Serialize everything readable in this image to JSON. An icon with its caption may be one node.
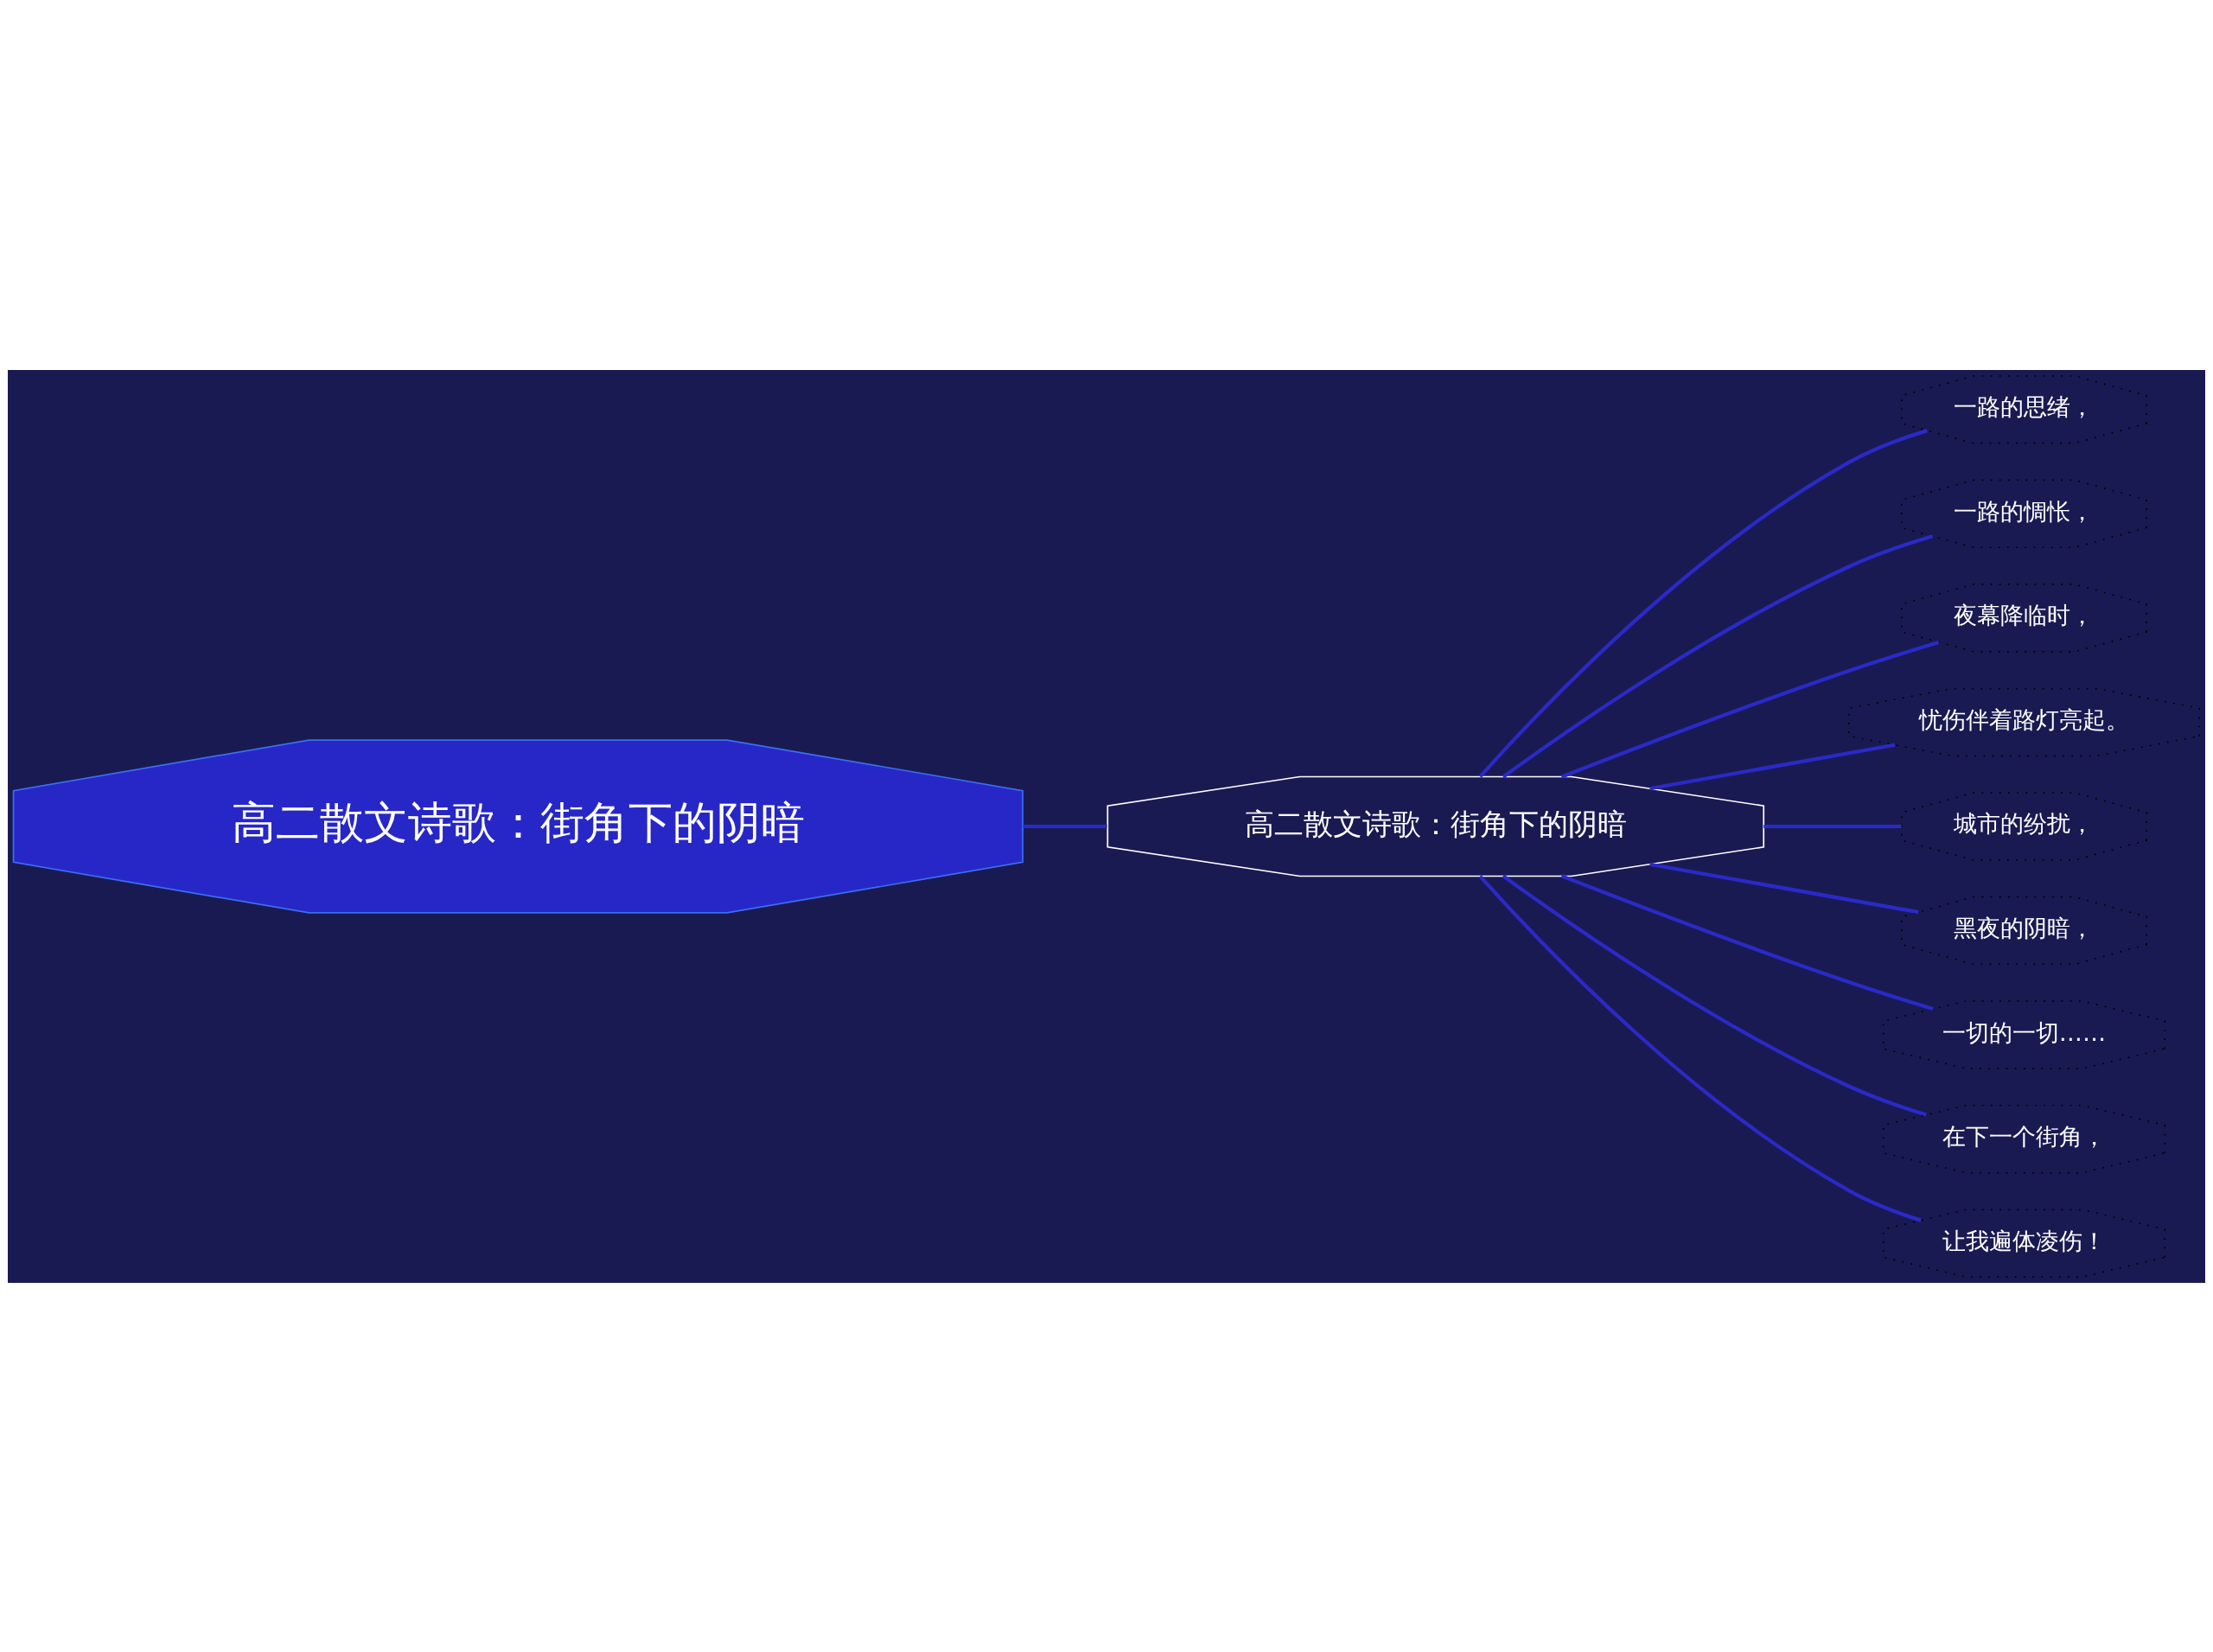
{
  "diagram": {
    "nodes": [
      {
        "text": [
          "高二散文诗歌：街角下的阴暗"
        ]
      },
      {
        "text": [
          "高二散文诗歌：街角下的阴暗"
        ]
      },
      {
        "text": [
          "一路的思绪，"
        ]
      },
      {
        "text": [
          "一路的惆怅，"
        ]
      },
      {
        "text": [
          "夜幕降临时，"
        ]
      },
      {
        "text": [
          "忧伤伴着路灯亮起。"
        ]
      },
      {
        "text": [
          "城市的纷扰，"
        ]
      },
      {
        "text": [
          "黑夜的阴暗，"
        ]
      },
      {
        "text": [
          "一切的一切……"
        ]
      },
      {
        "text": [
          "在下一个街角，"
        ]
      },
      {
        "text": [
          "让我遍体凌伤！"
        ]
      }
    ],
    "edges": [
      {
        "from": 0,
        "to": 1,
        "arrow": "none"
      },
      {
        "from": 1,
        "to": 2,
        "arrow": "none"
      },
      {
        "from": 1,
        "to": 3,
        "arrow": "none"
      },
      {
        "from": 1,
        "to": 4,
        "arrow": "none"
      },
      {
        "from": 1,
        "to": 5,
        "arrow": "none"
      },
      {
        "from": 1,
        "to": 6,
        "arrow": "none"
      },
      {
        "from": 1,
        "to": 7,
        "arrow": "none"
      },
      {
        "from": 1,
        "to": 8,
        "arrow": "none"
      },
      {
        "from": 1,
        "to": 9,
        "arrow": "none"
      },
      {
        "from": 1,
        "to": 10,
        "arrow": "none"
      }
    ]
  }
}
